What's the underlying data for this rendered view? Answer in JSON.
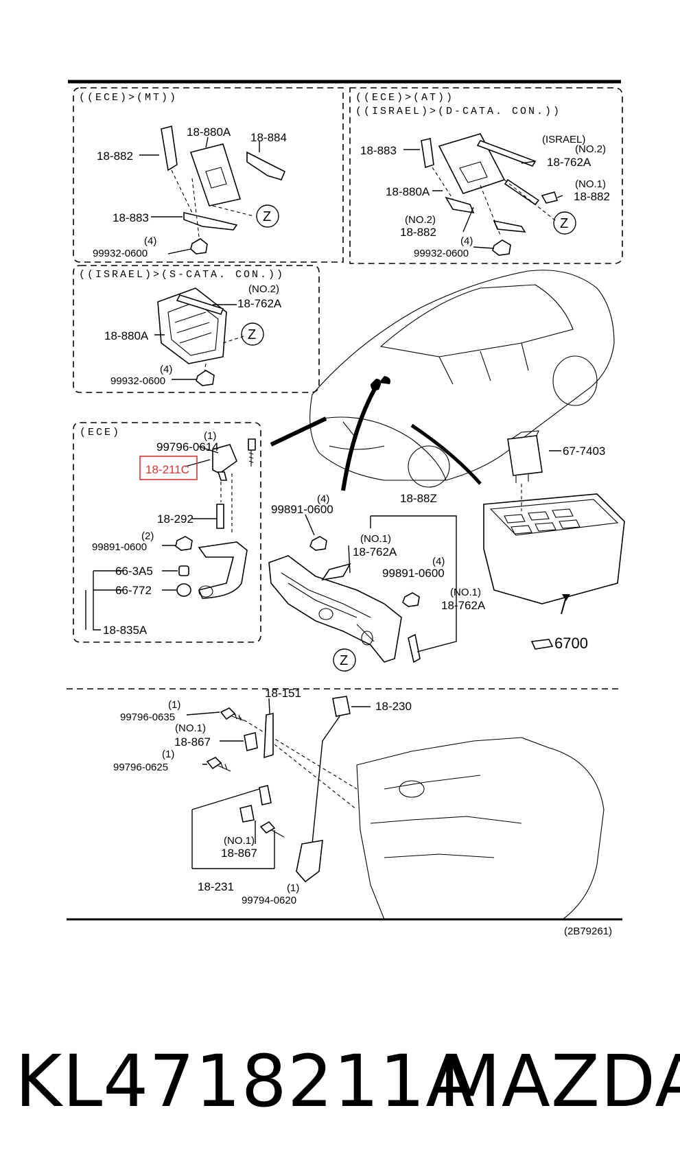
{
  "diagram": {
    "panel_mt": {
      "header": "((ECE)>(MT))",
      "labels": [
        "18-880A",
        "18-882",
        "18-884",
        "18-883",
        "(4)",
        "99932-0600"
      ]
    },
    "panel_at": {
      "header1": "((ECE)>(AT))",
      "header2": "((ISRAEL)>(D-CATA. CON.))",
      "labels": [
        "18-883",
        "(ISRAEL)",
        "(NO.2)",
        "18-762A",
        "(NO.1)",
        "18-882",
        "18-880A",
        "(NO.2)",
        "18-882",
        "(4)",
        "99932-0600"
      ]
    },
    "panel_israel": {
      "header": "((ISRAEL)>(S-CATA. CON.))",
      "labels": [
        "(NO.2)",
        "18-762A",
        "18-880A",
        "(4)",
        "99932-0600"
      ]
    },
    "panel_ece": {
      "header": "(ECE)",
      "labels": [
        "(1)",
        "99796-0614",
        "18-211C",
        "18-292",
        "(2)",
        "99891-0600",
        "66-3A5",
        "66-772",
        "18-835A"
      ],
      "highlight": "18-211C"
    },
    "center": {
      "labels": [
        "(4)",
        "99891-0600",
        "18-88Z",
        "(NO.1)",
        "18-762A",
        "(4)",
        "99891-0600",
        "(NO.1)",
        "18-762A",
        "67-7403",
        "6700"
      ]
    },
    "lower": {
      "labels": [
        "(1)",
        "99796-0635",
        "18-151",
        "18-230",
        "(NO.1)",
        "18-867",
        "(1)",
        "99796-0625",
        "(NO.1)",
        "18-867",
        "18-231",
        "99794-0620",
        "(1)"
      ]
    },
    "circle_marker": "Z",
    "figure_code": "(2B79261)",
    "colors": {
      "highlight": "#e03030",
      "line": "#000000"
    }
  },
  "footer": {
    "part_number": "KL4718211A",
    "brand": "MAZDA"
  }
}
